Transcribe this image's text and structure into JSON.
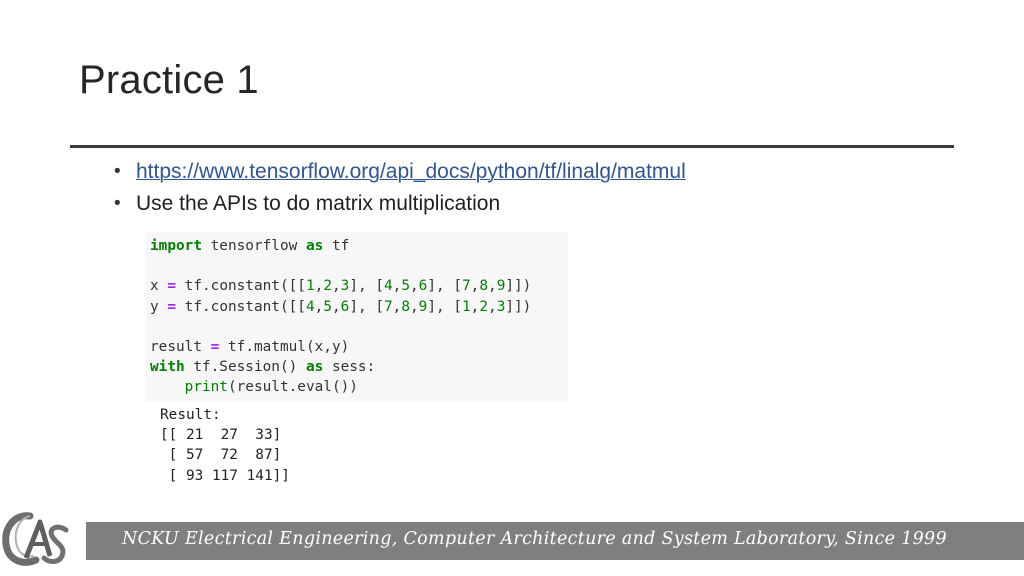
{
  "slide": {
    "title": "Practice 1",
    "bullets": [
      {
        "text": "https://www.tensorflow.org/api_docs/python/tf/linalg/matmul",
        "is_link": true
      },
      {
        "text": "Use the APIs to do matrix multiplication",
        "is_link": false
      }
    ]
  },
  "code": {
    "lines": [
      "import tensorflow as tf",
      "",
      "x = tf.constant([[1,2,3], [4,5,6], [7,8,9]])",
      "y = tf.constant([[4,5,6], [7,8,9], [1,2,3]])",
      "",
      "result = tf.matmul(x,y)",
      "with tf.Session() as sess:",
      "    print(result.eval())"
    ]
  },
  "output": {
    "label": "Result:",
    "rows": [
      "[[ 21  27  33]",
      " [ 57  72  87]",
      " [ 93 117 141]]"
    ]
  },
  "footer": {
    "text": "NCKU Electrical Engineering, Computer Architecture and System Laboratory, Since 1999",
    "logo_text": "CAS"
  },
  "colors": {
    "link": "#2f5597",
    "keyword": "#008000",
    "operator": "#aa22ff",
    "footer_bar": "#7f7f7f"
  }
}
